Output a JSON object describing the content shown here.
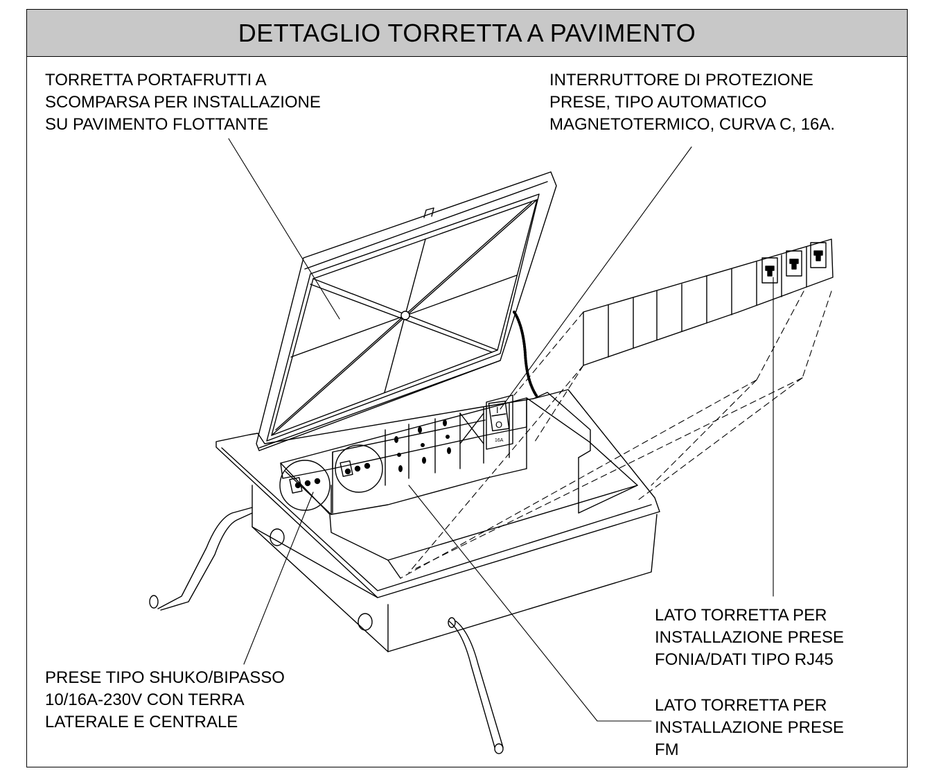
{
  "title": "DETTAGLIO TORRETTA A PAVIMENTO",
  "colors": {
    "title_bar": "#c8c8c8",
    "ink": "#000000",
    "paper": "#ffffff"
  },
  "labels": {
    "torretta": [
      "TORRETTA PORTAFRUTTI A",
      "SCOMPARSA PER INSTALLAZIONE",
      "SU PAVIMENTO FLOTTANTE"
    ],
    "interruttore": [
      "INTERRUTTORE DI PROTEZIONE",
      "PRESE, TIPO AUTOMATICO",
      "MAGNETOTERMICO, CURVA C, 16A."
    ],
    "prese_shuko": [
      "PRESE TIPO SHUKO/BIPASSO",
      "10/16A-230V CON TERRA",
      "LATERALE E CENTRALE"
    ],
    "lato_rj45": [
      "LATO TORRETTA  PER",
      "INSTALLAZIONE PRESE",
      "FONIA/DATI TIPO RJ45"
    ],
    "lato_fm": [
      "LATO TORRETTA  PER",
      "INSTALLAZIONE PRESE",
      "FM"
    ]
  },
  "breaker": {
    "on_mark": "I",
    "off_mark": "O",
    "rating": "16A"
  }
}
